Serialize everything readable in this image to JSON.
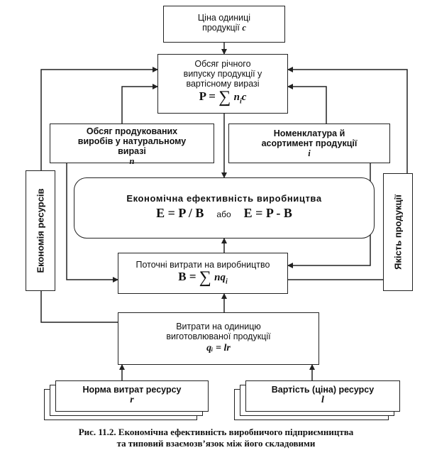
{
  "price_box": {
    "line1": "Ціна одиниці",
    "line2": "продукції ",
    "var": "c"
  },
  "volume_box": {
    "text": "Обсяг річного\nвипуску продукції у\nвартісному виразі",
    "formula_left": "P =",
    "formula_sum": "∑",
    "formula_right": "n",
    "formula_sub": "i",
    "formula_c": "c"
  },
  "natural_box": {
    "text": "Обсяг продукованих\nвиробів у натуральному\nвиразі",
    "var": "n"
  },
  "nomenclature_box": {
    "text": "Номенклатура й\nасортимент продукції",
    "var": "i"
  },
  "efficiency_box": {
    "title": "Економічна ефективність виробництва",
    "formula1": "E = P / B",
    "or": "або",
    "formula2": "E = P - B"
  },
  "current_costs_box": {
    "text": "Поточні витрати на виробництво",
    "formula_left": "B =",
    "formula_sum": "∑",
    "formula_right": "nq",
    "formula_sub": "i"
  },
  "unit_costs_box": {
    "text": "Витрати на одиницю\nвиготовлюваної продукції",
    "formula": "qᵢ = lr"
  },
  "norm_box": {
    "text": "Норма витрат ресурсу",
    "var": "r"
  },
  "resource_price_box": {
    "text": "Вартість (ціна) ресурсу",
    "var": "l"
  },
  "left_side_label": "Економія ресурсів",
  "right_side_label": "Якість продукції",
  "caption": {
    "line1": "Рис. 11.2. Економічна ефективність виробничого підприємництва",
    "line2": "та типовий взаємозв’язок між його складовими"
  }
}
